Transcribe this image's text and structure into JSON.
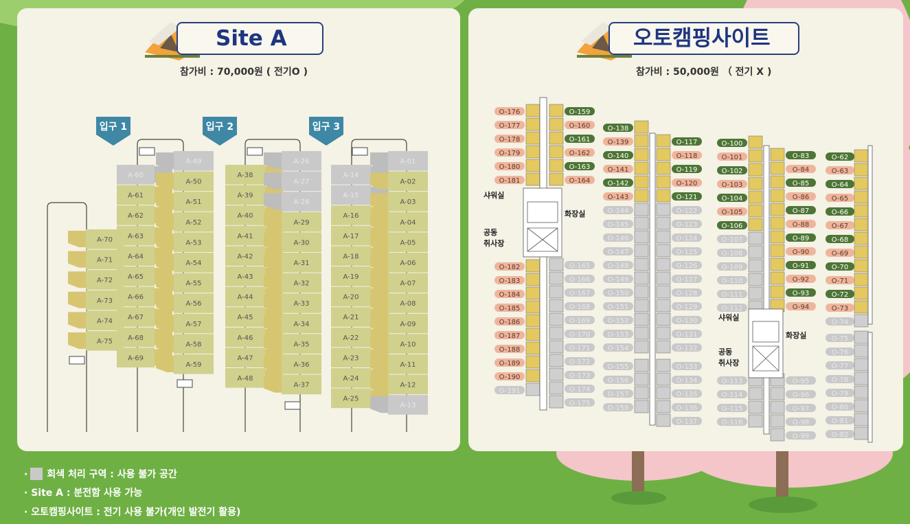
{
  "colors": {
    "green_bg": "#6fb045",
    "panel": "#f5f2e6",
    "title_border": "#2a3d7c",
    "site_fill": "#cfd18d",
    "site_tab": "#d7c671",
    "slot_yellow": "#e4c960",
    "label_green": "#4d7535",
    "label_pink": "#efb59c",
    "grey": "#c9c9c9",
    "entrance": "#3e87a5"
  },
  "siteA": {
    "title": "Site A",
    "fee": "참가비 : 70,000원 ( 전기O )",
    "entrances": [
      "입구 1",
      "입구 2",
      "입구 3"
    ],
    "blocks": [
      {
        "sites": [
          "A-70",
          "A-71",
          "A-72",
          "A-73",
          "A-74",
          "A-75"
        ],
        "grey": []
      },
      {
        "sites": [
          "A-60",
          "A-61",
          "A-62",
          "A-63",
          "A-64",
          "A-65",
          "A-66",
          "A-67",
          "A-68",
          "A-69"
        ],
        "grey": [
          "A-60"
        ]
      },
      {
        "sites": [
          "A-49",
          "A-50",
          "A-51",
          "A-52",
          "A-53",
          "A-54",
          "A-55",
          "A-56",
          "A-57",
          "A-58",
          "A-59"
        ],
        "grey": [
          "A-49"
        ]
      },
      {
        "sites": [
          "A-38",
          "A-39",
          "A-40",
          "A-41",
          "A-42",
          "A-43",
          "A-44",
          "A-45",
          "A-46",
          "A-47",
          "A-48"
        ],
        "grey": []
      },
      {
        "sites": [
          "A-26",
          "A-27",
          "A-28",
          "A-29",
          "A-30",
          "A-31",
          "A-32",
          "A-33",
          "A-34",
          "A-35",
          "A-36",
          "A-37"
        ],
        "grey": [
          "A-26",
          "A-27",
          "A-28"
        ]
      },
      {
        "sites": [
          "A-14",
          "A-15",
          "A-16",
          "A-17",
          "A-18",
          "A-19",
          "A-20",
          "A-21",
          "A-22",
          "A-23",
          "A-24",
          "A-25"
        ],
        "grey": [
          "A-14",
          "A-15"
        ]
      },
      {
        "sites": [
          "A-01",
          "A-02",
          "A-03",
          "A-04",
          "A-05",
          "A-06",
          "A-07",
          "A-08",
          "A-09",
          "A-10",
          "A-11",
          "A-12",
          "A-13"
        ],
        "grey": [
          "A-01",
          "A-13"
        ]
      }
    ]
  },
  "autoCamp": {
    "title": "오토캠핑사이트",
    "fee": "참가비 : 50,000원 （ 전기 X )",
    "facilities": {
      "shower": "샤워실",
      "toilet": "화장실",
      "kitchen1": "공동",
      "kitchen2": "취사장"
    },
    "col1_left": [
      "O-176",
      "O-177",
      "O-178",
      "O-179",
      "O-180",
      "O-181"
    ],
    "col1_left_low": [
      "O-182",
      "O-183",
      "O-184",
      "O-185",
      "O-186",
      "O-187",
      "O-188",
      "O-189",
      "O-190",
      "O-191"
    ],
    "col1_right": [
      "O-159",
      "O-160",
      "O-161",
      "O-162",
      "O-163",
      "O-164"
    ],
    "col1_right_low": [
      "O-165",
      "O-166",
      "O-167",
      "O-168",
      "O-169",
      "O-170",
      "O-171",
      "O-172",
      "O-173",
      "O-174",
      "O-175"
    ],
    "col2_left": [
      "O-138",
      "O-139",
      "O-140",
      "O-141",
      "O-142",
      "O-143",
      "O-144",
      "O-145",
      "O-146",
      "O-147",
      "O-148",
      "O-149",
      "O-150",
      "O-151",
      "O-152",
      "O-153",
      "O-154"
    ],
    "col2_left_low": [
      "O-155",
      "O-156",
      "O-157",
      "O-158"
    ],
    "col2_right": [
      "O-117",
      "O-118",
      "O-119",
      "O-120",
      "O-121",
      "O-122",
      "O-123",
      "O-124",
      "O-125",
      "O-126",
      "O-127",
      "O-128",
      "O-129",
      "O-130",
      "O-131",
      "O-132"
    ],
    "col2_right_low": [
      "O-133",
      "O-134",
      "O-135",
      "O-136",
      "O-137"
    ],
    "col3_left": [
      "O-100",
      "O-101",
      "O-102",
      "O-103",
      "O-104",
      "O-105",
      "O-106",
      "O-107",
      "O-108",
      "O-109",
      "O-110",
      "O-111",
      "O-112"
    ],
    "col3_left_low": [
      "O-113",
      "O-114",
      "O-115",
      "O-116"
    ],
    "col3_right": [
      "O-83",
      "O-84",
      "O-85",
      "O-86",
      "O-87",
      "O-88",
      "O-89",
      "O-90",
      "O-91",
      "O-92",
      "O-93",
      "O-94"
    ],
    "col3_right_low": [
      "O-95",
      "O-96",
      "O-97",
      "O-98",
      "O-99"
    ],
    "col4": [
      "O-62",
      "O-63",
      "O-64",
      "O-65",
      "O-66",
      "O-67",
      "O-68",
      "O-69",
      "O-70",
      "O-71",
      "O-72",
      "O-73",
      "O-74"
    ],
    "col4_low": [
      "O-75",
      "O-76",
      "O-77",
      "O-78",
      "O-79",
      "O-80",
      "O-81",
      "O-82"
    ],
    "green": [
      "O-159",
      "O-161",
      "O-163",
      "O-138",
      "O-140",
      "O-142",
      "O-117",
      "O-119",
      "O-121",
      "O-100",
      "O-102",
      "O-104",
      "O-106",
      "O-83",
      "O-85",
      "O-87",
      "O-89",
      "O-91",
      "O-93",
      "O-62",
      "O-64",
      "O-66",
      "O-68",
      "O-70",
      "O-72"
    ],
    "grey": [
      "O-191",
      "O-165",
      "O-166",
      "O-167",
      "O-168",
      "O-169",
      "O-170",
      "O-171",
      "O-172",
      "O-173",
      "O-174",
      "O-175",
      "O-144",
      "O-145",
      "O-146",
      "O-147",
      "O-148",
      "O-149",
      "O-150",
      "O-151",
      "O-152",
      "O-153",
      "O-154",
      "O-155",
      "O-156",
      "O-157",
      "O-158",
      "O-122",
      "O-123",
      "O-124",
      "O-125",
      "O-126",
      "O-127",
      "O-128",
      "O-129",
      "O-130",
      "O-131",
      "O-132",
      "O-133",
      "O-134",
      "O-135",
      "O-136",
      "O-137",
      "O-107",
      "O-108",
      "O-109",
      "O-110",
      "O-111",
      "O-112",
      "O-113",
      "O-114",
      "O-115",
      "O-116",
      "O-95",
      "O-96",
      "O-97",
      "O-98",
      "O-99",
      "O-74",
      "O-75",
      "O-76",
      "O-77",
      "O-78",
      "O-79",
      "O-80",
      "O-81",
      "O-82"
    ]
  },
  "legend": {
    "line1": "회색 처리 구역 : 사용 불가 공간",
    "line2": "Site A : 분전함 사용 가능",
    "line3": "오토캠핑사이트 : 전기 사용 불가(개인 발전기 활용)",
    "bullet": "·"
  }
}
